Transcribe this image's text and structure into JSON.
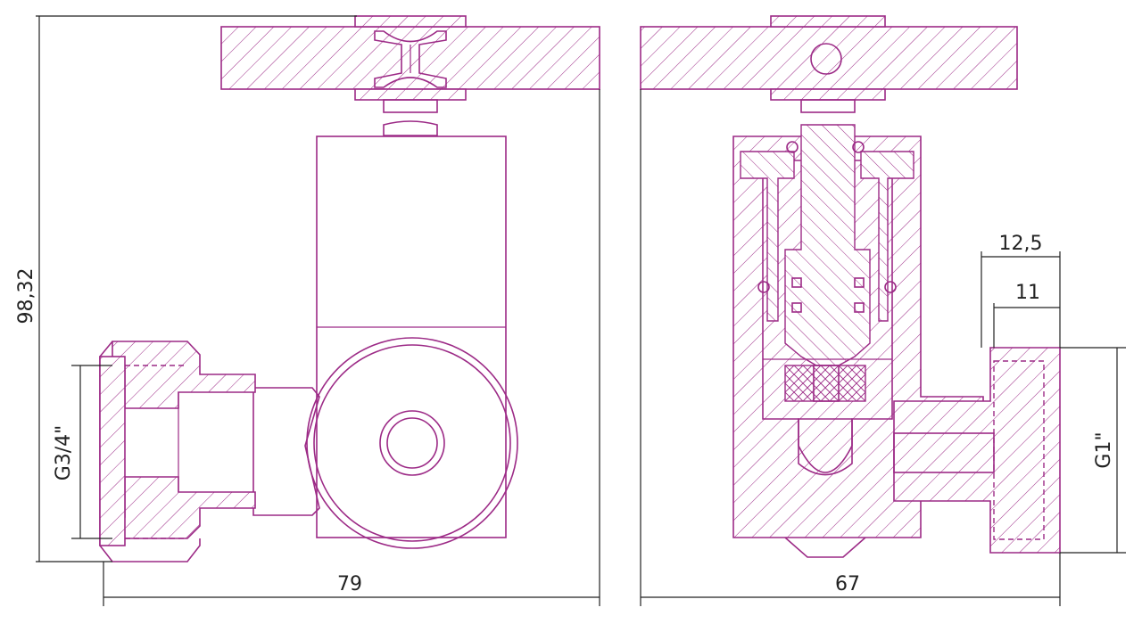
{
  "dimensions": {
    "height": "98,32",
    "left_width": "79",
    "right_width": "67",
    "left_thread": "G3/4\"",
    "right_thread": "G1\"",
    "outlet_outer": "12,5",
    "outlet_inner": "11"
  },
  "colors": {
    "part_line": "#9c2a86",
    "dimension_line": "#222222"
  }
}
